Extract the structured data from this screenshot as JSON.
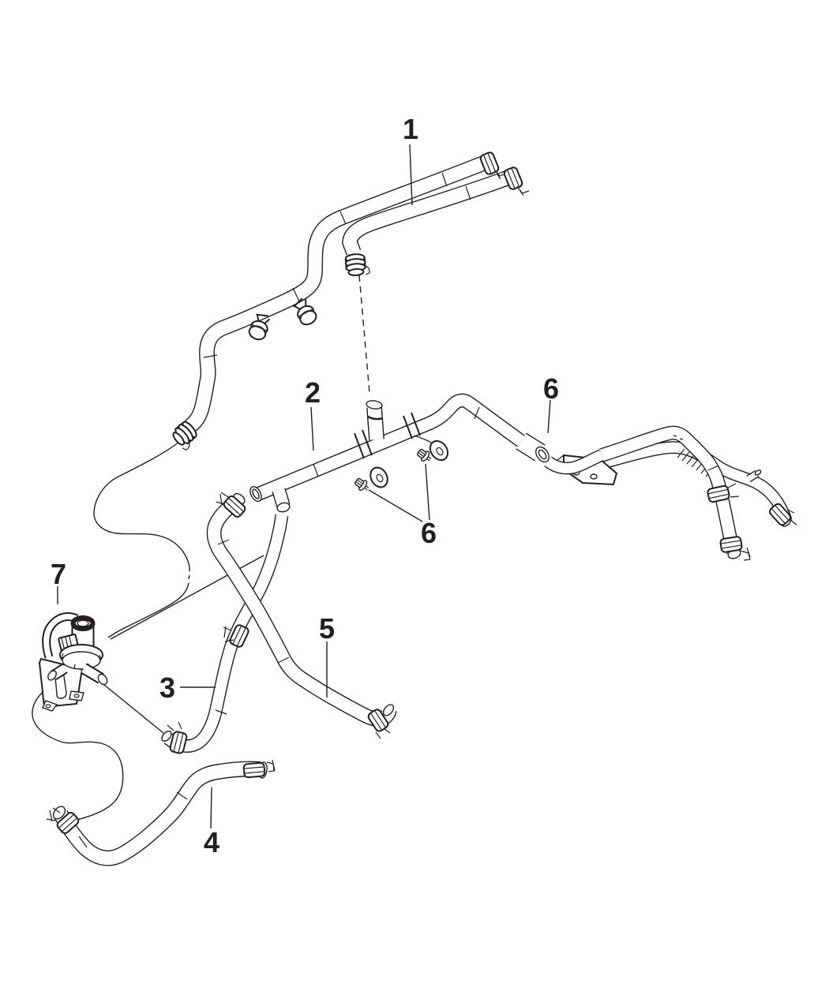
{
  "figure": {
    "background": "#ffffff",
    "line_color": "#231f20"
  },
  "callouts": {
    "c1": "1",
    "c2": "2",
    "c3": "3",
    "c4": "4",
    "c5": "5",
    "c6_upper": "6",
    "c6_lower": "6",
    "c7": "7"
  }
}
